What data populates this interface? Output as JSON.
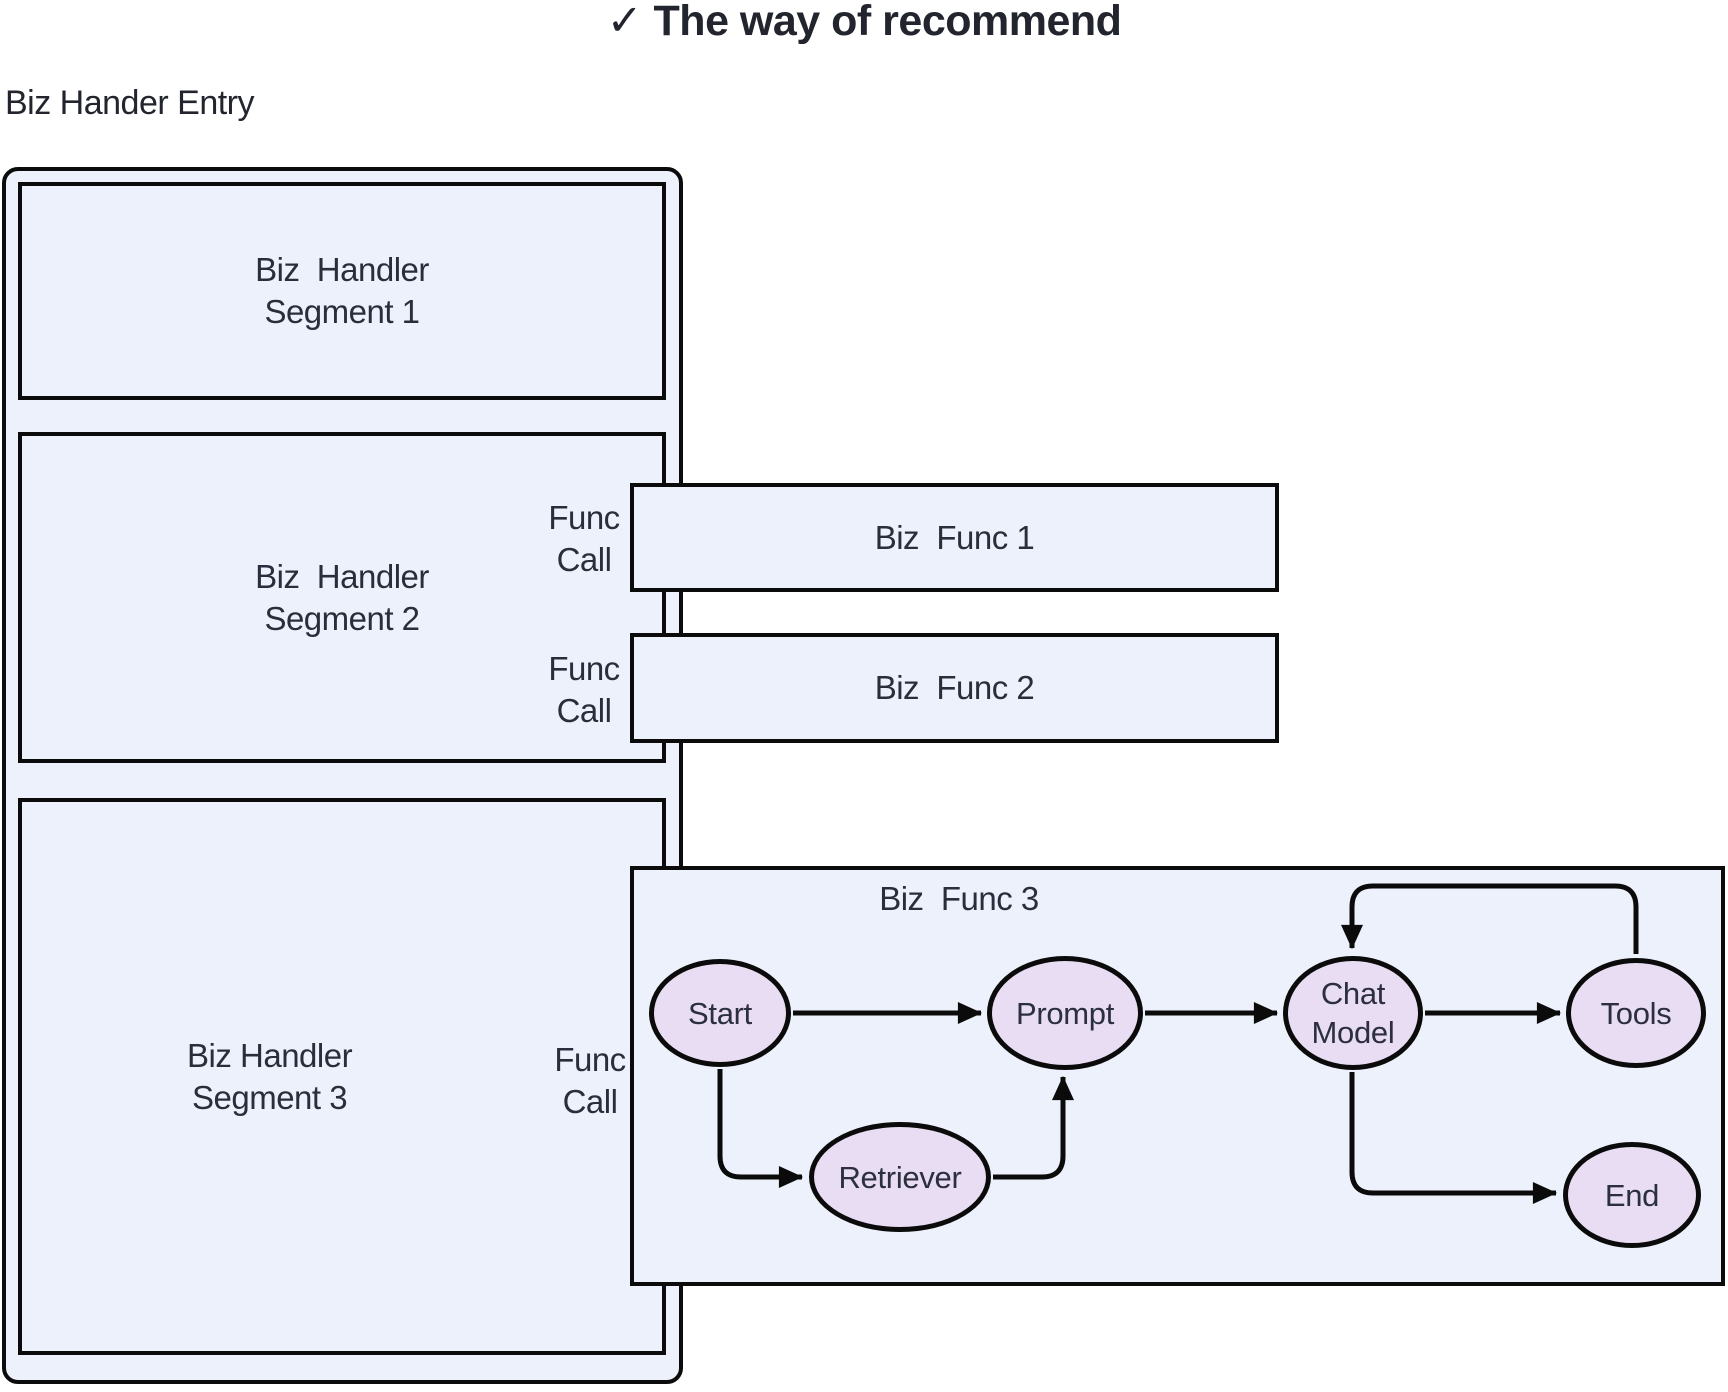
{
  "page": {
    "title": "✓ The way of recommend",
    "entry_label": "Biz Hander Entry"
  },
  "colors": {
    "box_fill": "#edf1fb",
    "node_fill": "#e9ddf3",
    "stroke": "#0b0b0b",
    "text": "#2a2e3c"
  },
  "segments": [
    {
      "line1": "Biz  Handler",
      "line2": "Segment 1"
    },
    {
      "line1": "Biz  Handler",
      "line2": "Segment 2"
    },
    {
      "line1": "Biz Handler",
      "line2": "Segment 3"
    }
  ],
  "func_call": {
    "line1": "Func",
    "line2": "Call"
  },
  "biz_funcs": [
    {
      "label": "Biz  Func 1"
    },
    {
      "label": "Biz  Func 2"
    },
    {
      "label": "Biz  Func 3"
    }
  ],
  "flowchart": {
    "nodes": [
      {
        "id": "start",
        "label": "Start"
      },
      {
        "id": "retriever",
        "label": "Retriever"
      },
      {
        "id": "prompt",
        "label": "Prompt"
      },
      {
        "id": "chat_model",
        "line1": "Chat",
        "line2": "Model"
      },
      {
        "id": "tools",
        "label": "Tools"
      },
      {
        "id": "end",
        "label": "End"
      }
    ],
    "edges": [
      {
        "from": "Start",
        "to": "Prompt"
      },
      {
        "from": "Start",
        "to": "Retriever"
      },
      {
        "from": "Retriever",
        "to": "Prompt"
      },
      {
        "from": "Prompt",
        "to": "Chat Model"
      },
      {
        "from": "Chat Model",
        "to": "Tools"
      },
      {
        "from": "Tools",
        "to": "Chat Model"
      },
      {
        "from": "Chat Model",
        "to": "End"
      }
    ]
  }
}
